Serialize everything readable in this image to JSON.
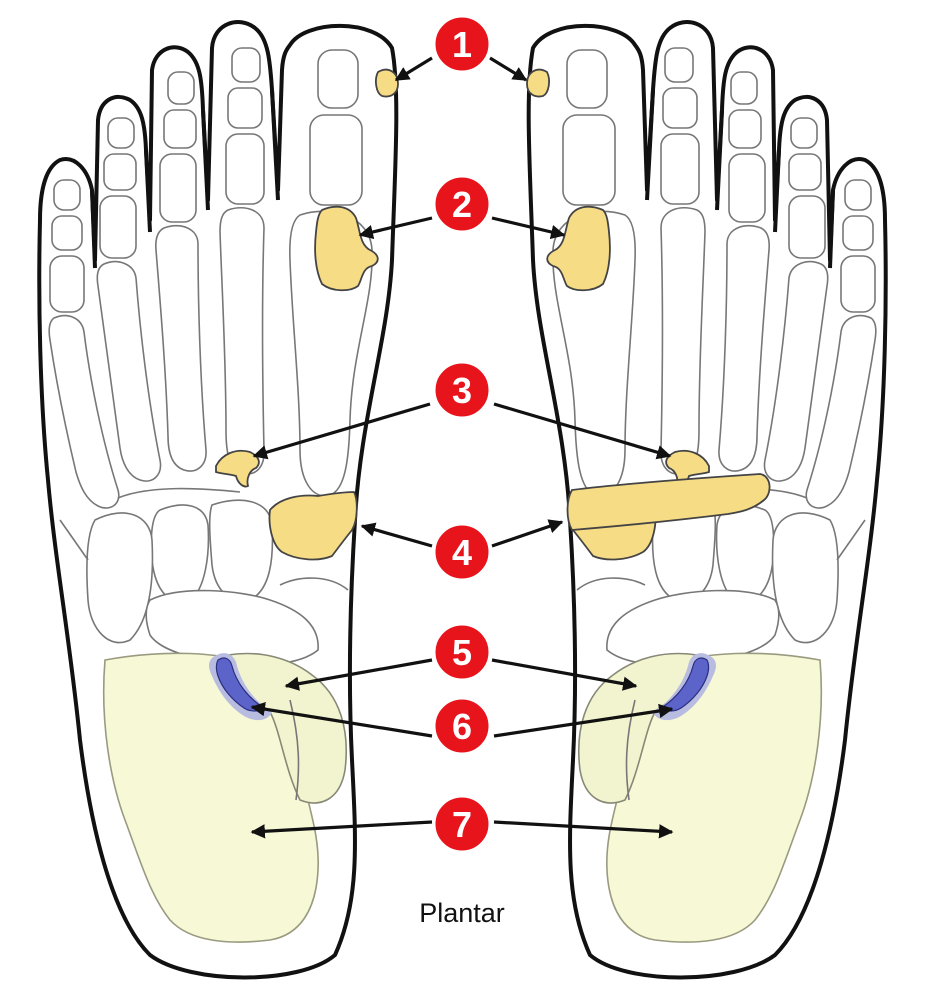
{
  "caption": "Plantar",
  "markers": [
    {
      "id": "1",
      "label": "1"
    },
    {
      "id": "2",
      "label": "2"
    },
    {
      "id": "3",
      "label": "3"
    },
    {
      "id": "4",
      "label": "4"
    },
    {
      "id": "5",
      "label": "5"
    },
    {
      "id": "6",
      "label": "6"
    },
    {
      "id": "7",
      "label": "7"
    }
  ],
  "colors": {
    "marker_fill": "#e8141c",
    "sesamoid_yellow": "#f7dc86",
    "heel_pale": "#f7f8d6",
    "facet_blue": "#5c63c9",
    "outline": "#111111"
  }
}
